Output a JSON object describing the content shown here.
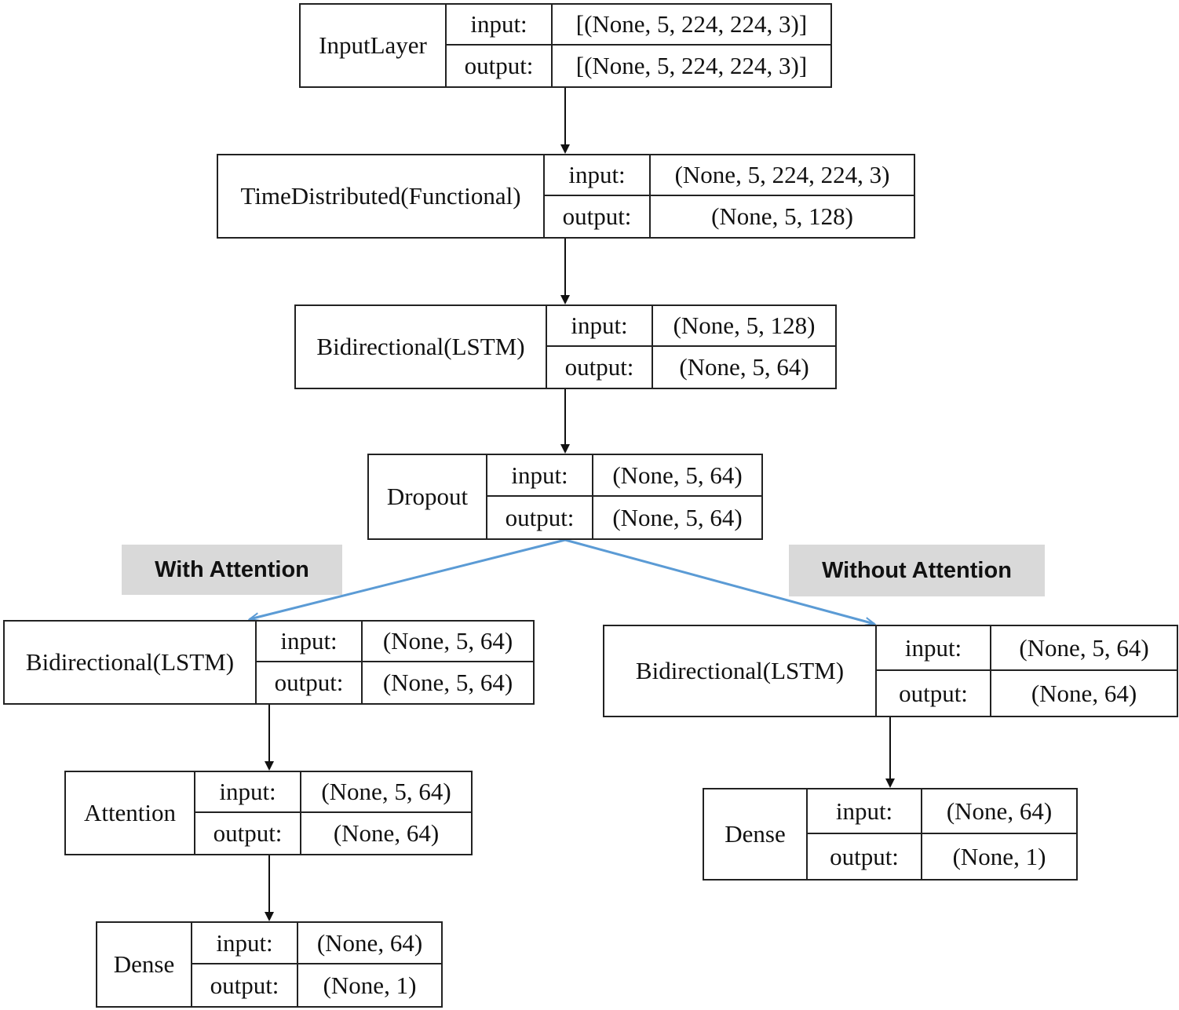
{
  "branch_labels": {
    "with_attention": "With Attention",
    "without_attention": "Without Attention"
  },
  "nodes": [
    {
      "id": "input-layer",
      "name": "InputLayer",
      "input_label": "input:",
      "input": "[(None, 5, 224, 224, 3)]",
      "output_label": "output:",
      "output": "[(None, 5, 224, 224, 3)]"
    },
    {
      "id": "time-distributed",
      "name": "TimeDistributed(Functional)",
      "input_label": "input:",
      "input": "(None, 5, 224, 224, 3)",
      "output_label": "output:",
      "output": "(None, 5, 128)"
    },
    {
      "id": "bidirectional-lstm-1",
      "name": "Bidirectional(LSTM)",
      "input_label": "input:",
      "input": "(None, 5, 128)",
      "output_label": "output:",
      "output": "(None, 5, 64)"
    },
    {
      "id": "dropout",
      "name": "Dropout",
      "input_label": "input:",
      "input": "(None, 5, 64)",
      "output_label": "output:",
      "output": "(None, 5, 64)"
    },
    {
      "id": "bidirectional-lstm-attn",
      "name": "Bidirectional(LSTM)",
      "input_label": "input:",
      "input": "(None, 5, 64)",
      "output_label": "output:",
      "output": "(None, 5, 64)"
    },
    {
      "id": "attention",
      "name": "Attention",
      "input_label": "input:",
      "input": "(None, 5, 64)",
      "output_label": "output:",
      "output": "(None, 64)"
    },
    {
      "id": "dense-attn",
      "name": "Dense",
      "input_label": "input:",
      "input": "(None, 64)",
      "output_label": "output:",
      "output": "(None, 1)"
    },
    {
      "id": "bidirectional-lstm-noattn",
      "name": "Bidirectional(LSTM)",
      "input_label": "input:",
      "input": "(None, 5, 64)",
      "output_label": "output:",
      "output": "(None, 64)"
    },
    {
      "id": "dense-noattn",
      "name": "Dense",
      "input_label": "input:",
      "input": "(None, 64)",
      "output_label": "output:",
      "output": "(None, 1)"
    }
  ],
  "colors": {
    "node_border": "#222222",
    "edge": "#111111",
    "branch_edge": "#5b9bd5",
    "tag_background": "#d9d9d9"
  }
}
